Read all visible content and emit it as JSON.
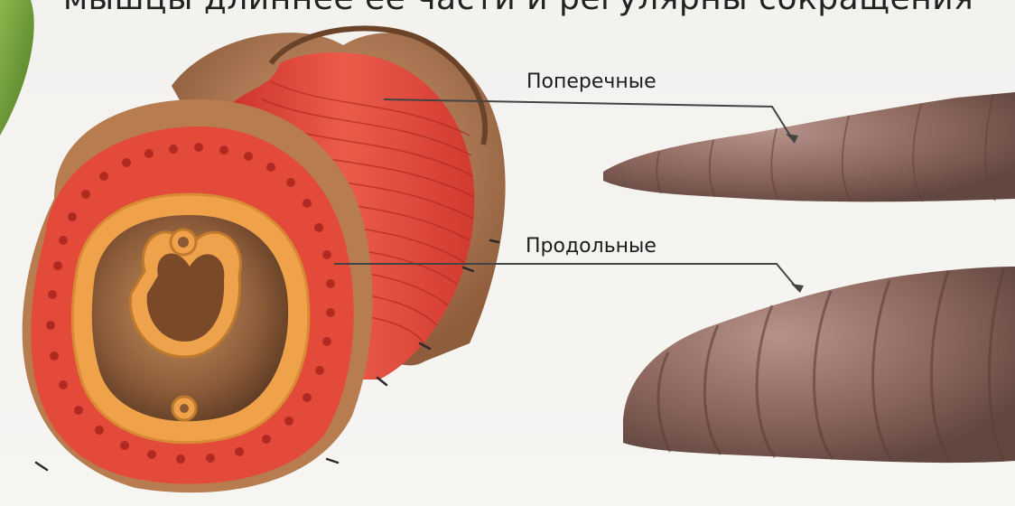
{
  "header": {
    "title_fragment": "мышцы длиннее её части и регулярны сокращения"
  },
  "labels": {
    "transverse": "Поперечные",
    "longitudinal": "Продольные"
  },
  "colors": {
    "muscle_red": "#e8463a",
    "skin_brown": "#a9795e",
    "worm_body": "#8f6a5e",
    "leaf_green": "#6f9a3a"
  }
}
